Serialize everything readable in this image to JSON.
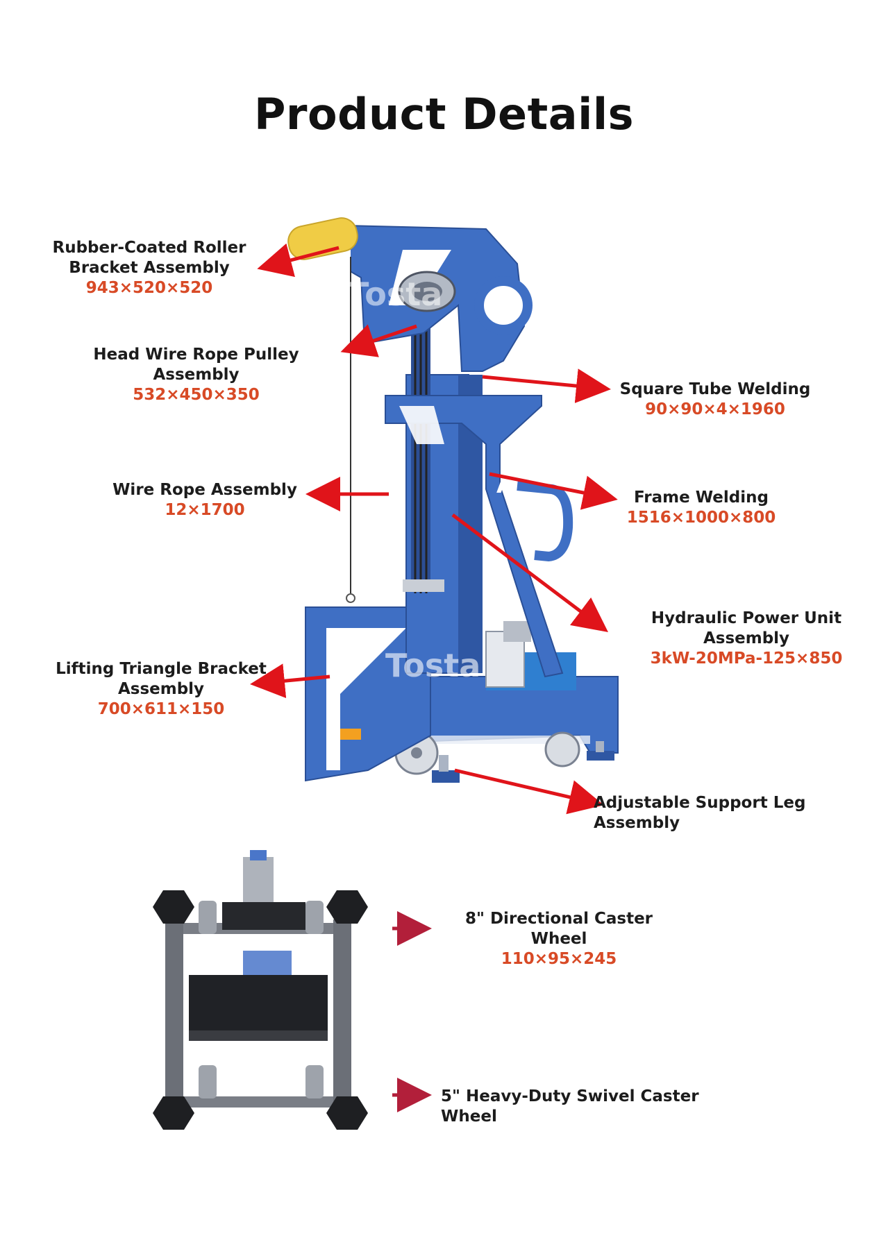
{
  "page": {
    "title": "Product Details",
    "watermark": "Tosta"
  },
  "colors": {
    "frame_blue": "#3f6fc4",
    "frame_dark": "#2f57a3",
    "roller_yellow": "#f0cc45",
    "arrow_red": "#e0141a",
    "arrow_maroon": "#b21f3a",
    "dim_text": "#d84a26"
  },
  "labels": [
    {
      "id": "roller",
      "name": "Rubber-Coated Roller Bracket Assembly",
      "dim": "943×520×520"
    },
    {
      "id": "pulley",
      "name": "Head Wire Rope Pulley Assembly",
      "dim": "532×450×350"
    },
    {
      "id": "tube",
      "name": "Square Tube Welding",
      "dim": "90×90×4×1960"
    },
    {
      "id": "rope",
      "name": "Wire Rope Assembly",
      "dim": "12×1700"
    },
    {
      "id": "frame",
      "name": "Frame Welding",
      "dim": "1516×1000×800"
    },
    {
      "id": "hydraulic",
      "name": "Hydraulic Power Unit Assembly",
      "dim": "3kW-20MPa-125×850"
    },
    {
      "id": "triangle",
      "name": "Lifting Triangle Bracket Assembly",
      "dim": "700×611×150"
    },
    {
      "id": "leg",
      "name": "Adjustable Support Leg Assembly",
      "dim": ""
    },
    {
      "id": "caster8",
      "name": "8\" Directional Caster Wheel",
      "dim": "110×95×245"
    },
    {
      "id": "caster5",
      "name": "5\" Heavy-Duty Swivel Caster Wheel",
      "dim": ""
    }
  ]
}
